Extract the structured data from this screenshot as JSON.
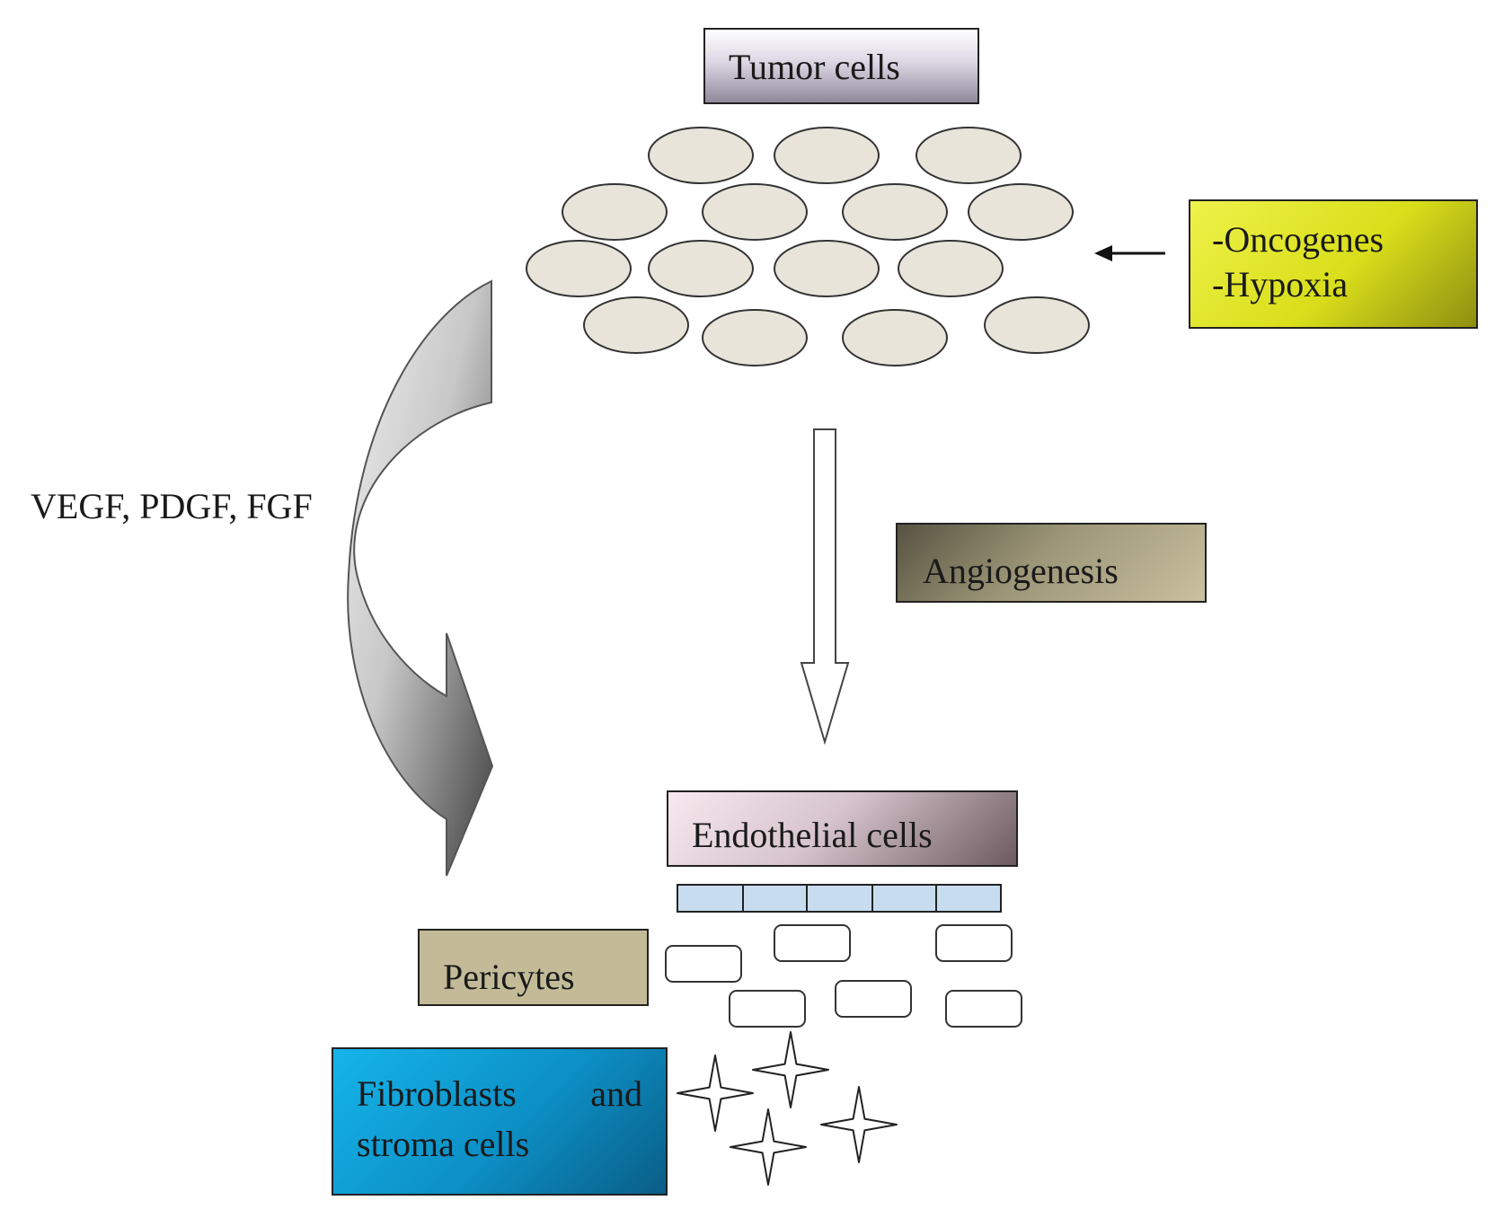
{
  "labels": {
    "tumor_cells": "Tumor cells",
    "oncogenes": "-Oncogenes",
    "hypoxia": "-Hypoxia",
    "angiogenesis": "Angiogenesis",
    "endothelial_cells": "Endothelial cells",
    "pericytes": "Pericytes",
    "fibroblasts_word": "Fibroblasts",
    "fibroblasts_and": "and",
    "stroma_cells": "stroma cells",
    "growth_factors": "VEGF, PDGF, FGF"
  },
  "colors": {
    "tumor_cell_fill": "#e8e4da",
    "endothelial_strip_fill": "#c7dcef",
    "oncogene_box": "#d9de1a",
    "fibroblast_box": "#0c8fc5"
  },
  "counts": {
    "tumor_cells": 15,
    "endothelial_segments": 5,
    "pericytes": 6,
    "fibroblasts": 4
  }
}
